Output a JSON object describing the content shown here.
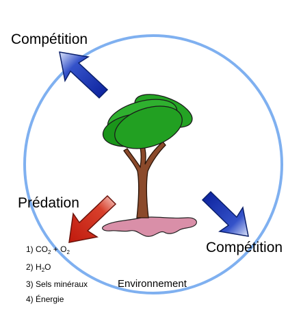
{
  "labels": {
    "competition_top": "Compétition",
    "competition_bottom": "Compétition",
    "predation": "Prédation",
    "environment": "Environnement"
  },
  "resources": [
    {
      "num": "1)",
      "text": "CO",
      "sub1": "2",
      "mid": " + O",
      "sub2": "2"
    },
    {
      "num": "2)",
      "text": "H",
      "sub1": "2",
      "mid": "O",
      "sub2": ""
    },
    {
      "num": "3)",
      "text": "Sels minéraux",
      "sub1": "",
      "mid": "",
      "sub2": ""
    },
    {
      "num": "4)",
      "text": "Énergie",
      "sub1": "",
      "mid": "",
      "sub2": ""
    }
  ],
  "colors": {
    "circle": "#7fb0f0",
    "competition_arrow": "#1133aa",
    "predation_arrow": "#cc2211",
    "leaves": "#1e9e1e",
    "trunk": "#8b4a2b",
    "ground": "#d98fa8"
  }
}
